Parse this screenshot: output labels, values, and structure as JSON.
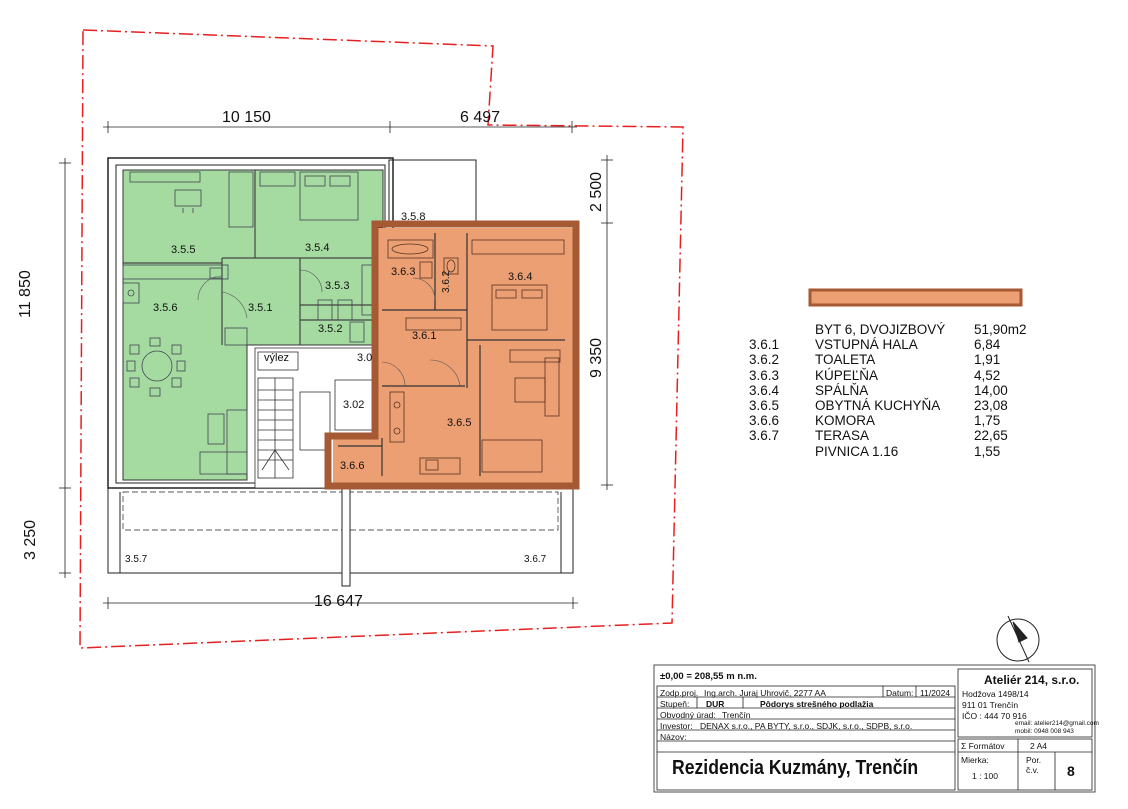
{
  "dimensions": {
    "top_left": "10 150",
    "top_right": "6 497",
    "bottom": "16 647",
    "left_total": "11 850",
    "left_bottom": "3 250",
    "right_top": "2 500",
    "right_main": "9 350"
  },
  "rooms": {
    "r355": "3.5.5",
    "r354": "3.5.4",
    "r358": "3.5.8",
    "r356": "3.5.6",
    "r351": "3.5.1",
    "r353": "3.5.3",
    "r352": "3.5.2",
    "r363": "3.6.3",
    "r362": "3.6.2",
    "r364": "3.6.4",
    "r361": "3.6.1",
    "r365": "3.6.5",
    "r366": "3.6.6",
    "r302": "3.02",
    "r30": "3.0",
    "exit": "výlez",
    "r357": "3.5.7",
    "r367": "3.6.7"
  },
  "legend": {
    "title": {
      "name": "BYT 6, DVOJIZBOVÝ",
      "area": "51,90m2"
    },
    "rows": [
      {
        "code": "3.6.1",
        "name": "VSTUPNÁ HALA",
        "area": "6,84"
      },
      {
        "code": "3.6.2",
        "name": "TOALETA",
        "area": "1,91"
      },
      {
        "code": "3.6.3",
        "name": "KÚPEĽŇA",
        "area": "4,52"
      },
      {
        "code": "3.6.4",
        "name": "SPÁLŇA",
        "area": "14,00"
      },
      {
        "code": "3.6.5",
        "name": "OBYTNÁ KUCHYŇA",
        "area": "23,08"
      },
      {
        "code": "3.6.6",
        "name": "KOMORA",
        "area": "1,75"
      },
      {
        "code": "3.6.7",
        "name": "TERASA",
        "area": "22,65"
      },
      {
        "code": "",
        "name": "PIVNICA 1.16",
        "area": "1,55"
      }
    ]
  },
  "title_block": {
    "elevation": "±0,00 = 208,55 m n.m.",
    "zodp_label": "Zodp.proj.",
    "zodp_value": "Ing.arch. Juraj Uhrovič, 2277 AA",
    "datum_label": "Datum:",
    "datum_value": "11/2024",
    "stupen_label": "Stupeň:",
    "stupen_value": "DUR",
    "drawing_title": "Pôdorys strešného podlažia",
    "urad_label": "Obvodný úrad:",
    "urad_value": "Trenčín",
    "investor_label": "Investor:",
    "investor_value": "DENAX s.r.o., PA BYTY, s.r.o., SDJK, s.r.o., SDPB, s.r.o.",
    "nazov_label": "Názov:",
    "project_name": "Rezidencia Kuzmány, Trenčín",
    "studio_name": "Ateliér 214, s.r.o.",
    "address1": "Hodžova 1498/14",
    "address2": "911 01 Trenčín",
    "ico": "IČO : 444 70 916",
    "email": "email: atelier214@gmail.com",
    "mobil": "mobil: 0948 008 943",
    "format_label": "Σ Formátov",
    "format_value": "2 A4",
    "scale_label": "Mierka:",
    "scale_value": "1 : 100",
    "por_label": "Por.",
    "cv_label": "č.v.",
    "sheet_number": "8"
  },
  "colors": {
    "apartment6_fill": "#ec9f72",
    "apartment6_outline": "#a55a33",
    "apartment5_fill": "#a5dba0",
    "property_line": "#e52020",
    "legend_swatch": "#ec9f72"
  }
}
